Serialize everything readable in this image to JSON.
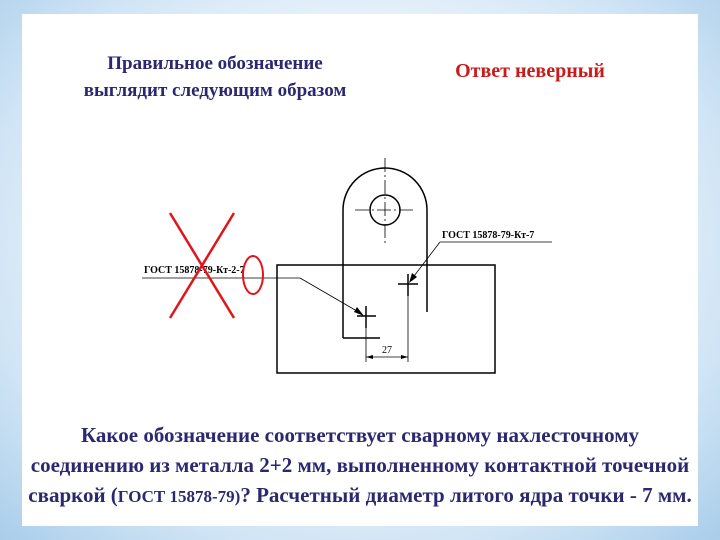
{
  "slide": {
    "correct_label": "Правильное обозначение выглядит следующим образом",
    "verdict": "Ответ неверный",
    "question_part1": "Какое обозначение соответствует сварному нахлесточному соединению из металла 2+2 мм, выполненному контактной точечной сваркой (",
    "question_standard": "ГОСТ 15878-79)",
    "question_part2": "? Расчетный диаметр литого ядра точки - 7 мм."
  },
  "drawing": {
    "label_wrong": "ГОСТ 15878-79-Кт-2-7",
    "label_correct": "ГОСТ 15878-79-Кт-7",
    "dimension": "27"
  },
  "colors": {
    "text_title": "#2b2870",
    "verdict": "#cc1a1a",
    "cross": "#e0141a",
    "lines": "#000000"
  }
}
